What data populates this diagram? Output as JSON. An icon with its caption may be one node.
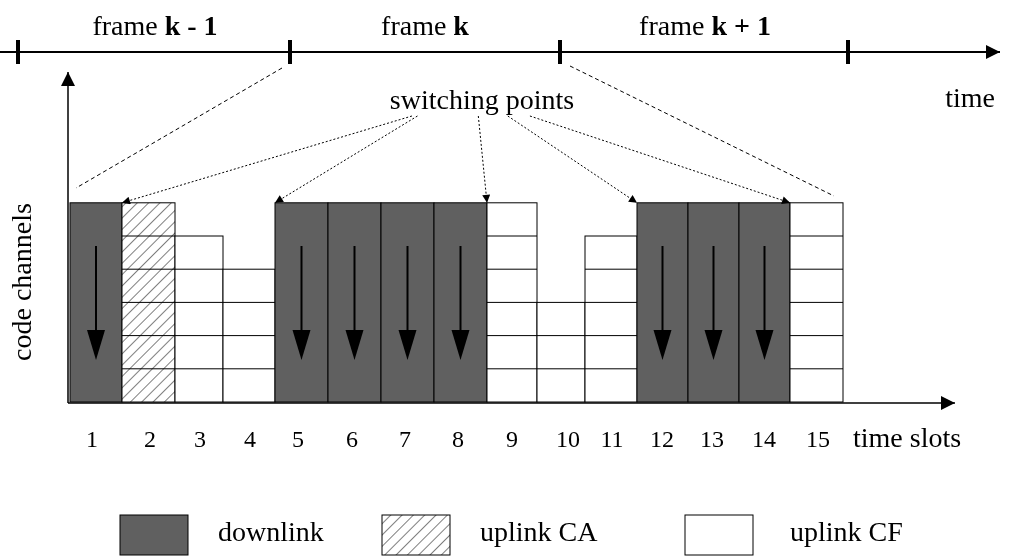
{
  "diagram": {
    "nodes": [
      {
        "text": [
          "switching points"
        ]
      },
      {
        "text": [],
        "shape": "bar"
      },
      {
        "text": [],
        "shape": "bar"
      },
      {
        "text": [],
        "shape": "bar"
      },
      {
        "text": [],
        "shape": "bar"
      },
      {
        "text": [],
        "shape": "bar"
      },
      {
        "text": [],
        "shape": "bar"
      },
      {
        "text": [],
        "shape": "bar"
      },
      {
        "text": [],
        "shape": "bar"
      },
      {
        "text": [],
        "shape": "bar"
      },
      {
        "text": [],
        "shape": "bar"
      },
      {
        "text": [],
        "shape": "bar"
      },
      {
        "text": [],
        "shape": "bar"
      },
      {
        "text": [],
        "shape": "bar"
      },
      {
        "text": [],
        "shape": "bar"
      },
      {
        "text": [],
        "shape": "bar"
      }
    ],
    "edges": [
      {
        "from": 0,
        "to": 2,
        "arrow": "to",
        "style": "dashed"
      },
      {
        "from": 0,
        "to": 5,
        "arrow": "to",
        "style": "dashed"
      },
      {
        "from": 0,
        "to": 9,
        "arrow": "to",
        "style": "dashed"
      },
      {
        "from": 0,
        "to": 12,
        "arrow": "to",
        "style": "dashed"
      },
      {
        "from": 0,
        "to": 15,
        "arrow": "to",
        "style": "dashed"
      }
    ],
    "labels": [
      "frame **k - 1**",
      "frame **k**",
      "frame **k + 1**",
      "time",
      "code channels",
      "1",
      "2",
      "3",
      "4",
      "5",
      "6",
      "7",
      "8",
      "9",
      "10",
      "11",
      "12",
      "13",
      "14",
      "15",
      "time slots"
    ],
    "legend": [
      {
        "text": "downlink",
        "color": "#606060"
      },
      {
        "text": "uplink CA"
      },
      {
        "text": "uplink CF",
        "color": "#ffffff"
      }
    ]
  }
}
